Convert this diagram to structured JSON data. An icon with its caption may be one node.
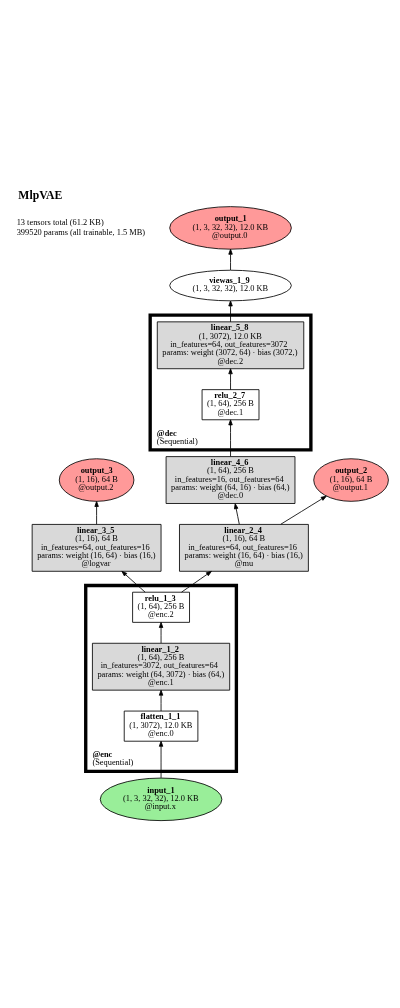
{
  "diagram": {
    "title": "MlpVAE",
    "nodes": [
      {
        "text": [
          "output_3",
          "(1, 16), 64 B",
          "@output.2"
        ]
      },
      {
        "text": [
          "output_1",
          "(1, 3, 32, 32), 12.0 KB",
          "@output.0"
        ]
      },
      {
        "text": [
          "linear_3_5",
          "(1, 16), 64 B",
          "in_features=64, out_features=16",
          "params: weight (16, 64) · bias (16,)",
          "@logvar"
        ]
      },
      {
        "text": [
          "viewas_1_9",
          "(1, 3, 32, 32), 12.0 KB"
        ]
      },
      {
        "text": [
          "@dec",
          "(Sequential)"
        ]
      },
      {
        "text": [
          "linear_5_8",
          "(1, 3072), 12.0 KB",
          "in_features=64, out_features=3072",
          "params: weight (3072, 64) · bias (3072,)",
          "@dec.2"
        ],
        "in": 4
      },
      {
        "text": [
          "relu_2_7",
          "(1, 64), 256 B",
          "@dec.1"
        ],
        "in": 4
      },
      {
        "text": [
          "linear_4_6",
          "(1, 64), 256 B",
          "in_features=16, out_features=64",
          "params: weight (64, 16) · bias (64,)",
          "@dec.0"
        ]
      },
      {
        "text": [
          "output_2",
          "(1, 16), 64 B",
          "@output.1"
        ]
      },
      {
        "text": [
          "linear_2_4",
          "(1, 16), 64 B",
          "in_features=64, out_features=16",
          "params: weight (16, 64) · bias (16,)",
          "@mu"
        ]
      },
      {
        "text": [
          "@enc",
          "(Sequential)"
        ]
      },
      {
        "text": [
          "relu_1_3",
          "(1, 64), 256 B",
          "@enc.2"
        ],
        "in": 10
      },
      {
        "text": [
          "linear_1_2",
          "(1, 64), 256 B",
          "in_features=3072, out_features=64",
          "params: weight (64, 3072) · bias (64,)",
          "@enc.1"
        ],
        "in": 10
      },
      {
        "text": [
          "flatten_1_1",
          "(1, 3072), 12.0 KB",
          "@enc.0"
        ],
        "in": 10
      },
      {
        "text": [
          "input_1",
          "(1, 3, 32, 32), 12.0 KB",
          "@input.x"
        ]
      }
    ],
    "edges": [
      {
        "from": 14,
        "to": 13,
        "arrow": "to"
      },
      {
        "from": 13,
        "to": 12,
        "arrow": "to"
      },
      {
        "from": 12,
        "to": 11,
        "arrow": "to"
      },
      {
        "from": 11,
        "to": 9,
        "arrow": "to"
      },
      {
        "from": 11,
        "to": 2,
        "arrow": "to"
      },
      {
        "from": 9,
        "to": 7,
        "arrow": "to"
      },
      {
        "from": 9,
        "to": 8,
        "arrow": "to"
      },
      {
        "from": 7,
        "to": 6,
        "arrow": "to"
      },
      {
        "from": 6,
        "to": 5,
        "arrow": "to"
      },
      {
        "from": 5,
        "to": 3,
        "arrow": "to"
      },
      {
        "from": 3,
        "to": 1,
        "arrow": "to"
      },
      {
        "from": 2,
        "to": 0,
        "arrow": "to"
      }
    ],
    "labels": [
      "13 tensors total (61.2 KB)",
      "399520 params (all trainable, 1.5 MB)"
    ]
  }
}
